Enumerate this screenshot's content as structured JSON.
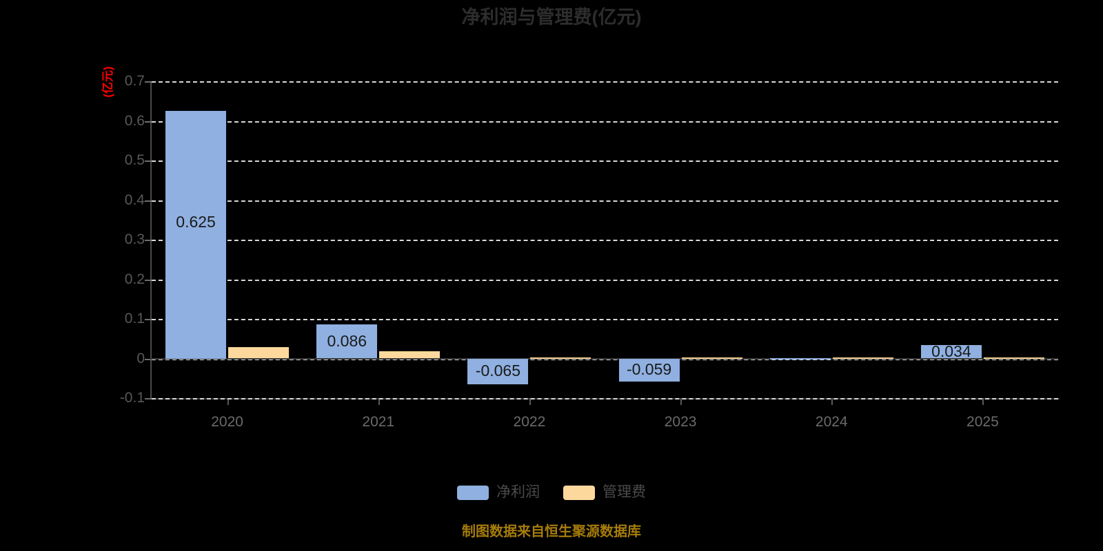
{
  "chart_data": {
    "type": "bar",
    "title": "净利润与管理费(亿元)",
    "xlabel": "",
    "ylabel": "(亿元)",
    "categories": [
      "2020",
      "2021",
      "2022",
      "2023",
      "2024",
      "2025"
    ],
    "series": [
      {
        "name": "净利润",
        "color": "#8fb0e0",
        "values": [
          0.625,
          0.086,
          -0.065,
          -0.059,
          0.001,
          0.034
        ],
        "labels": [
          "0.625",
          "0.086",
          "-0.065",
          "-0.059",
          "",
          "0.034"
        ]
      },
      {
        "name": "管理费",
        "color": "#fdd89d",
        "values": [
          0.029,
          0.018,
          0.003,
          0.003,
          0.003,
          0.002
        ],
        "labels": [
          "",
          "",
          "",
          "",
          "",
          ""
        ]
      }
    ],
    "ylim": [
      -0.1,
      0.7
    ],
    "ytick_labels": [
      "0.7",
      "0.6",
      "0.5",
      "0.4",
      "0.3",
      "0.2",
      "0.1",
      "0",
      "-0.1"
    ],
    "ytick_values": [
      0.7,
      0.6,
      0.5,
      0.4,
      0.3,
      0.2,
      0.1,
      0,
      -0.1
    ],
    "grid": true,
    "grid_color": "#d9d9d9",
    "legend_position": "bottom",
    "background": "#000000"
  },
  "axis": {
    "unit_label": "(亿元)",
    "unit_label_color": "#ff0000"
  },
  "legend": {
    "items": [
      {
        "label": "净利润",
        "color": "#8fb0e0"
      },
      {
        "label": "管理费",
        "color": "#fdd89d"
      }
    ]
  },
  "footer": {
    "note": "制图数据来自恒生聚源数据库",
    "color": "#a67c0b"
  }
}
